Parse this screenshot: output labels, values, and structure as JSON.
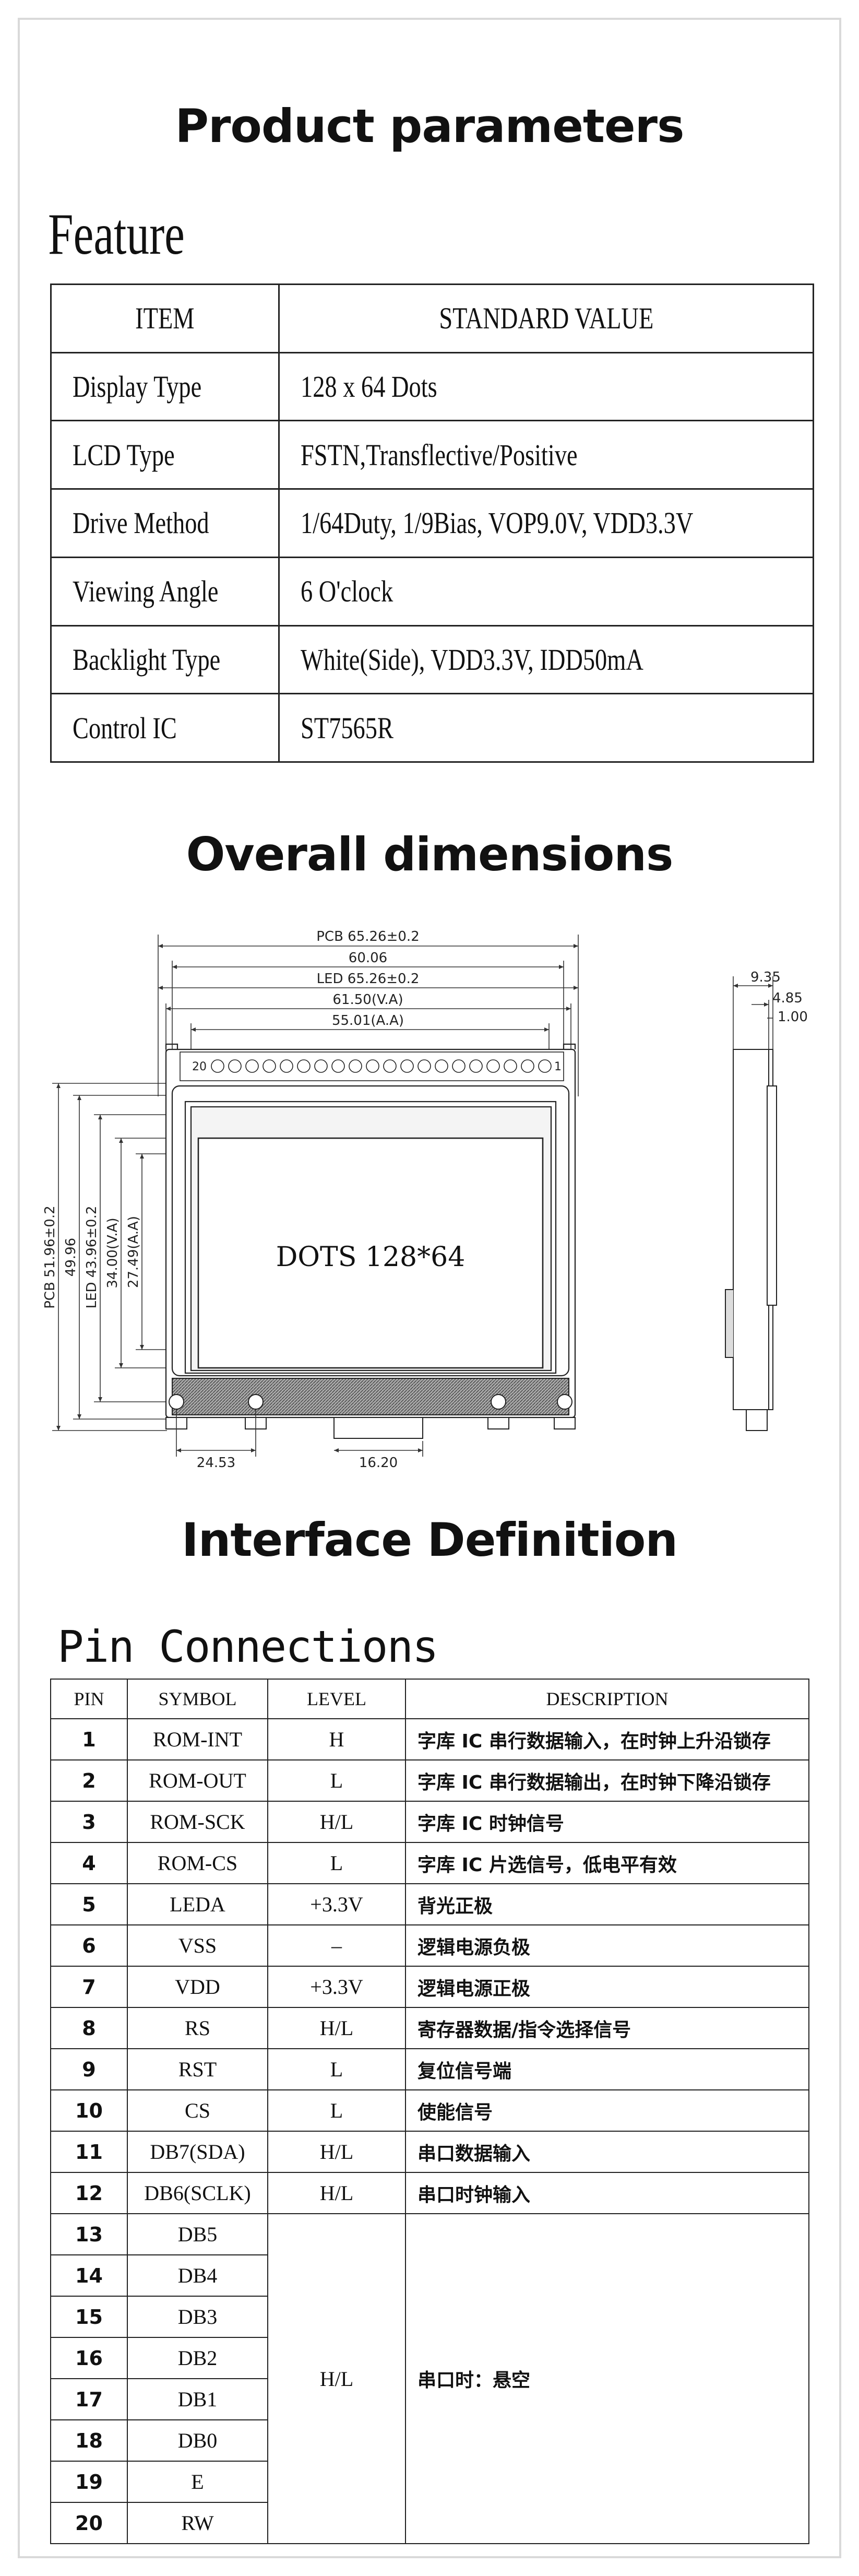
{
  "sections": {
    "parameters_title": "Product parameters",
    "dimensions_title": "Overall dimensions",
    "interface_title": "Interface Definition"
  },
  "feature": {
    "title": "Feature",
    "headers": [
      "ITEM",
      "STANDARD VALUE"
    ],
    "rows": [
      [
        "Display Type",
        "128 x 64 Dots"
      ],
      [
        "LCD Type",
        "FSTN,Transflective/Positive"
      ],
      [
        "Drive Method",
        "1/64Duty, 1/9Bias, VOP9.0V, VDD3.3V"
      ],
      [
        "Viewing Angle",
        "6 O'clock"
      ],
      [
        "Backlight Type",
        "White(Side), VDD3.3V, IDD50mA"
      ],
      [
        "Control IC",
        "ST7565R"
      ]
    ]
  },
  "drawing": {
    "dims": {
      "pcb_w": "PCB 65.26±0.2",
      "w1": "60.06",
      "led_w": "LED 65.26±0.2",
      "va_w": "61.50(V.A)",
      "aa_w": "55.01(A.A)",
      "pcb_h": "PCB 51.96±0.2",
      "h1": "49.96",
      "led_h": "LED 43.96±0.2",
      "va_h": "34.00(V.A)",
      "aa_h": "27.49(A.A)",
      "bottom_left": "24.53",
      "bottom_mid": "16.20",
      "side_total": "9.35",
      "side_mid": "4.85",
      "side_pcb": "1.00",
      "pin_first": "20",
      "pin_last": "1"
    },
    "center_text": "DOTS 128*64"
  },
  "pins": {
    "title": "Pin Connections",
    "headers": [
      "PIN",
      "SYMBOL",
      "LEVEL",
      "DESCRIPTION"
    ],
    "rows": [
      {
        "pin": "1",
        "symbol": "ROM-INT",
        "level": "H",
        "desc": "字库 IC 串行数据输入，在时钟上升沿锁存"
      },
      {
        "pin": "2",
        "symbol": "ROM-OUT",
        "level": "L",
        "desc": "字库 IC 串行数据输出，在时钟下降沿锁存"
      },
      {
        "pin": "3",
        "symbol": "ROM-SCK",
        "level": "H/L",
        "desc": "字库 IC 时钟信号"
      },
      {
        "pin": "4",
        "symbol": "ROM-CS",
        "level": "L",
        "desc": "字库 IC 片选信号，低电平有效"
      },
      {
        "pin": "5",
        "symbol": "LEDA",
        "level": "+3.3V",
        "desc": "背光正极"
      },
      {
        "pin": "6",
        "symbol": "VSS",
        "level": "–",
        "desc": "逻辑电源负极"
      },
      {
        "pin": "7",
        "symbol": "VDD",
        "level": "+3.3V",
        "desc": "逻辑电源正极"
      },
      {
        "pin": "8",
        "symbol": "RS",
        "level": "H/L",
        "desc": "寄存器数据/指令选择信号"
      },
      {
        "pin": "9",
        "symbol": "RST",
        "level": "L",
        "desc": "复位信号端"
      },
      {
        "pin": "10",
        "symbol": "CS",
        "level": "L",
        "desc": "使能信号"
      },
      {
        "pin": "11",
        "symbol": "DB7(SDA)",
        "level": "H/L",
        "desc": "串口数据输入"
      },
      {
        "pin": "12",
        "symbol": "DB6(SCLK)",
        "level": "H/L",
        "desc": "串口时钟输入"
      }
    ],
    "group": {
      "level": "H/L",
      "desc": "串口时：悬空",
      "rows": [
        {
          "pin": "13",
          "symbol": "DB5"
        },
        {
          "pin": "14",
          "symbol": "DB4"
        },
        {
          "pin": "15",
          "symbol": "DB3"
        },
        {
          "pin": "16",
          "symbol": "DB2"
        },
        {
          "pin": "17",
          "symbol": "DB1"
        },
        {
          "pin": "18",
          "symbol": "DB0"
        },
        {
          "pin": "19",
          "symbol": "E"
        },
        {
          "pin": "20",
          "symbol": "RW"
        }
      ]
    }
  }
}
